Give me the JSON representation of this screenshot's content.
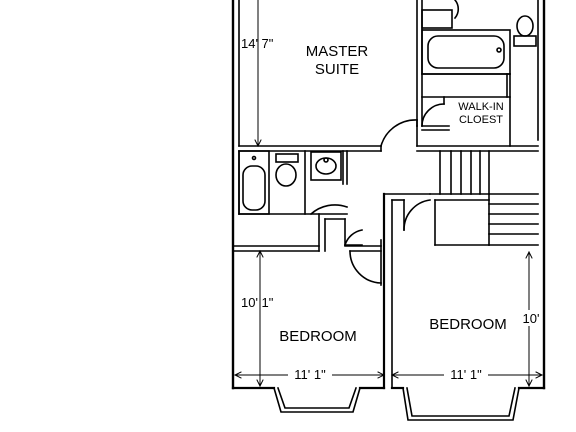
{
  "rooms": {
    "master_suite": {
      "line1": "MASTER",
      "line2": "SUITE"
    },
    "walk_in_closet": {
      "line1": "WALK-IN",
      "line2": "CLOEST"
    },
    "bedroom_left": {
      "label": "BEDROOM"
    },
    "bedroom_right": {
      "label": "BEDROOM"
    }
  },
  "dimensions": {
    "master_height": "14' 7\"",
    "left_bedroom_height": "10' 1\"",
    "left_bedroom_width": "11' 1\"",
    "right_bedroom_width": "11' 1\"",
    "right_bedroom_height": "10'"
  },
  "colors": {
    "line": "#000000",
    "background": "#ffffff"
  }
}
